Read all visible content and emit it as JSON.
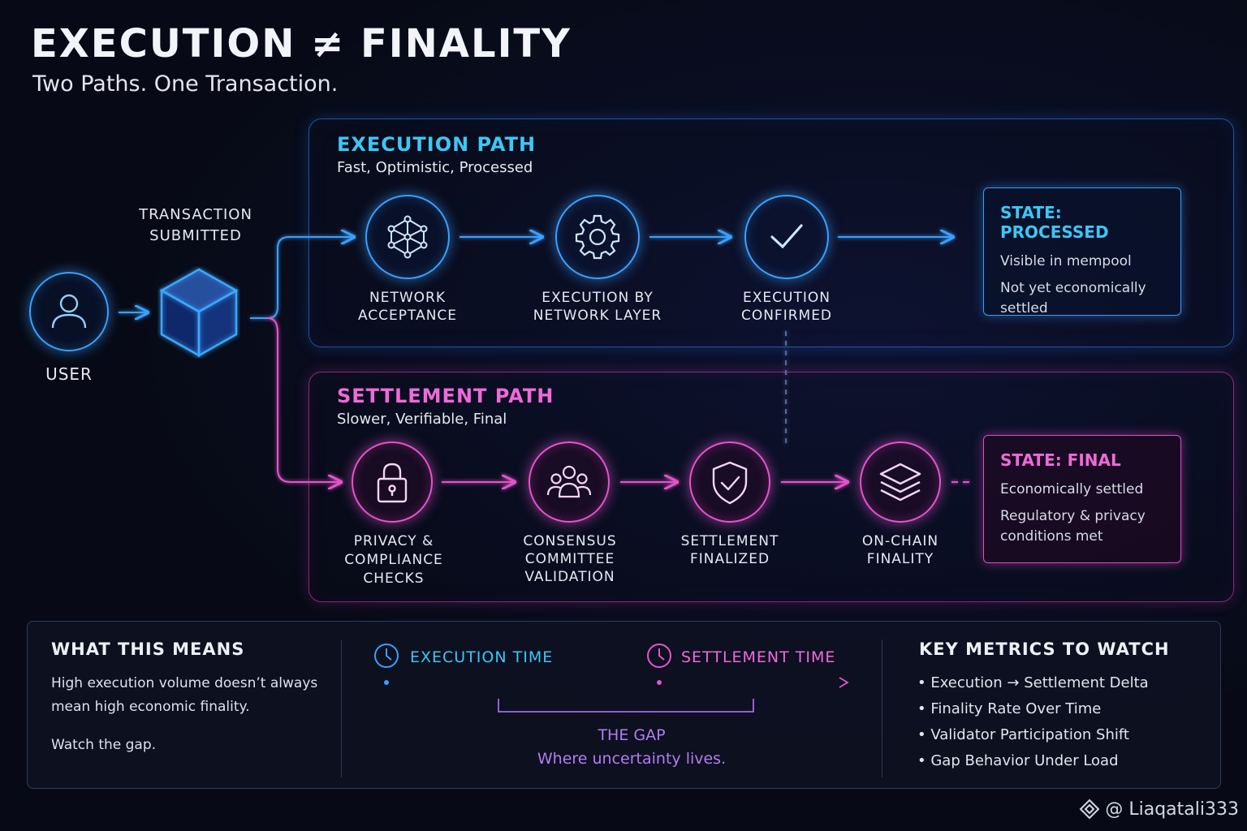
{
  "header": {
    "title": "EXECUTION ≠ FINALITY",
    "subtitle": "Two Paths. One Transaction."
  },
  "start": {
    "user_label": "USER",
    "tx_label": "TRANSACTION\nSUBMITTED"
  },
  "execution_path": {
    "title": "EXECUTION PATH",
    "subtitle": "Fast, Optimistic, Processed",
    "steps": [
      {
        "label": "NETWORK\nACCEPTANCE",
        "icon": "network-nodes-icon"
      },
      {
        "label": "EXECUTION BY\nNETWORK LAYER",
        "icon": "gear-icon"
      },
      {
        "label": "EXECUTION\nCONFIRMED",
        "icon": "checkmark-icon"
      }
    ],
    "state": {
      "title": "STATE: PROCESSED",
      "line1": "Visible in mempool",
      "line2": "Not yet economically settled"
    }
  },
  "settlement_path": {
    "title": "SETTLEMENT PATH",
    "subtitle": "Slower, Verifiable, Final",
    "steps": [
      {
        "label": "PRIVACY &\nCOMPLIANCE\nCHECKS",
        "icon": "lock-icon"
      },
      {
        "label": "CONSENSUS\nCOMMITTEE\nVALIDATION",
        "icon": "group-icon"
      },
      {
        "label": "SETTLEMENT\nFINALIZED",
        "icon": "shield-check-icon"
      },
      {
        "label": "ON-CHAIN\nFINALITY",
        "icon": "layers-icon"
      }
    ],
    "state": {
      "title": "STATE: FINAL",
      "line1": "Economically settled",
      "line2": "Regulatory & privacy conditions met"
    }
  },
  "bottom": {
    "meaning": {
      "title": "WHAT THIS MEANS",
      "text1": "High execution volume doesn’t always mean high economic finality.",
      "text2": "Watch the gap."
    },
    "timeline": {
      "execution_label": "EXECUTION TIME",
      "settlement_label": "SETTLEMENT TIME",
      "gap_title": "THE GAP",
      "gap_sub": "Where uncertainty lives."
    },
    "metrics": {
      "title": "KEY METRICS TO WATCH",
      "items": [
        "• Execution → Settlement Delta",
        "• Finality Rate Over Time",
        "• Validator Participation Shift",
        "• Gap Behavior Under Load"
      ]
    }
  },
  "watermark": "@ Liaqatali333",
  "colors": {
    "blue": "#3aa0ff",
    "pink": "#e653cc",
    "background": "#070a16"
  }
}
